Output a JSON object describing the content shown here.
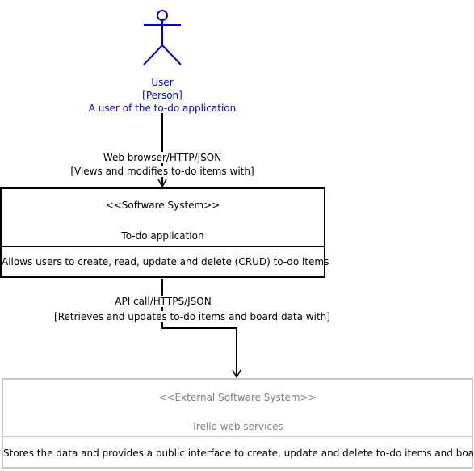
{
  "actor": {
    "name": "User",
    "type": "[Person]",
    "description": "A user of the to-do application",
    "color": "#0000cc"
  },
  "relationships": [
    {
      "technology": "Web browser/HTTP/JSON",
      "description": "[Views and modifies to-do items with]"
    },
    {
      "technology": "API call/HTTPS/JSON",
      "description": "[Retrieves and updates to-do items and board data with]"
    }
  ],
  "software_system": {
    "stereotype": "<<Software System>>",
    "name": "To-do application",
    "description": "Allows users to create, read, update and delete (CRUD) to-do items",
    "border_color": "#000000"
  },
  "external_system": {
    "stereotype": "<<External Software System>>",
    "name": "Trello web services",
    "description": "Stores the data and provides a public interface to create, update and delete to-do items and boards",
    "border_color": "#c8c8c8"
  }
}
